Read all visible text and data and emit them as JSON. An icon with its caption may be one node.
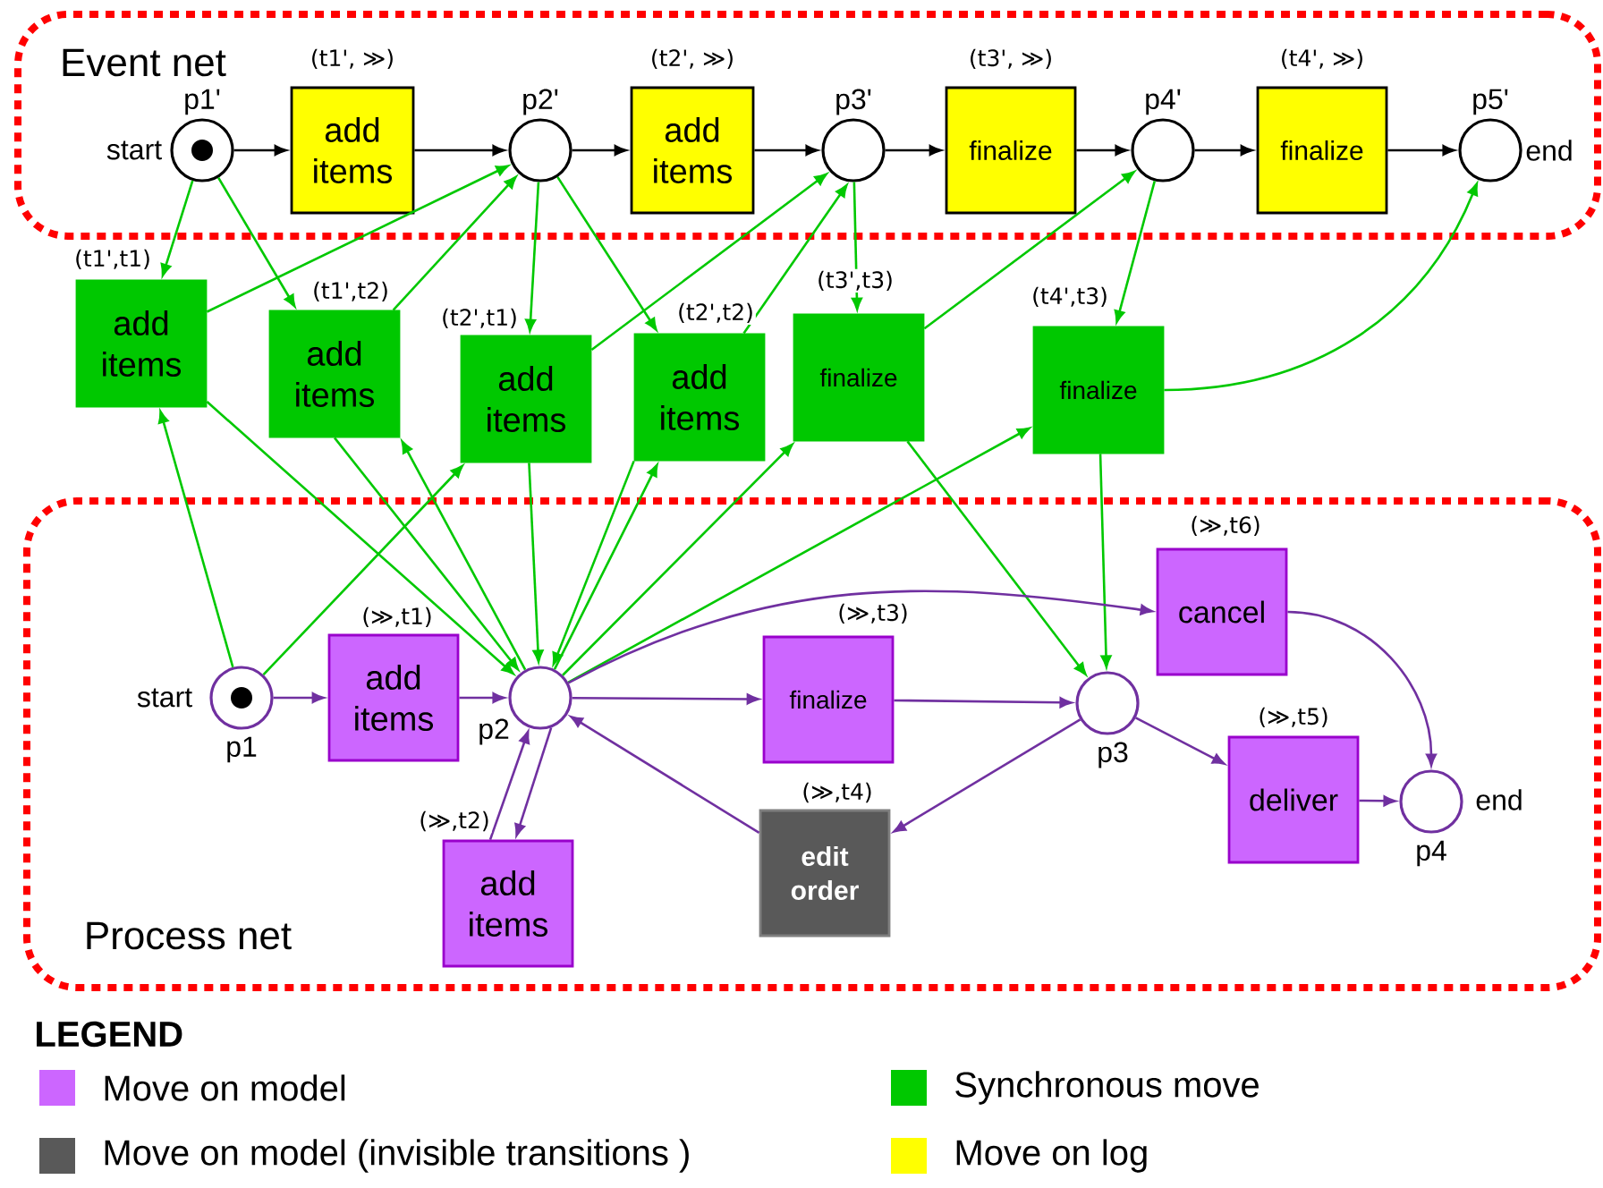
{
  "diagram": {
    "nodes": [
      {
        "text": [
          "Event net"
        ]
      },
      {
        "text": [],
        "shape": "circle",
        "beside": [
          "p1'",
          "start"
        ],
        "in": 0
      },
      {
        "text": [
          "add items"
        ],
        "beside": [
          "(t1', ≫)"
        ],
        "in": 0
      },
      {
        "text": [],
        "shape": "circle",
        "beside": [
          "p2'"
        ],
        "in": 0
      },
      {
        "text": [
          "add items"
        ],
        "beside": [
          "(t2', ≫)"
        ],
        "in": 0
      },
      {
        "text": [],
        "shape": "circle",
        "beside": [
          "p3'"
        ],
        "in": 0
      },
      {
        "text": [
          "finalize"
        ],
        "beside": [
          "(t3', ≫)"
        ],
        "in": 0
      },
      {
        "text": [],
        "shape": "circle",
        "beside": [
          "p4'"
        ],
        "in": 0
      },
      {
        "text": [
          "finalize"
        ],
        "beside": [
          "(t4', ≫)"
        ],
        "in": 0
      },
      {
        "text": [],
        "shape": "circle",
        "beside": [
          "p5'",
          "end"
        ],
        "in": 0
      },
      {
        "text": [
          "add items"
        ],
        "beside": [
          "(t1',t1)"
        ]
      },
      {
        "text": [
          "add items"
        ],
        "beside": [
          "(t1',t2)"
        ]
      },
      {
        "text": [
          "add items"
        ],
        "beside": [
          "(t2',t1)"
        ]
      },
      {
        "text": [
          "add items"
        ],
        "beside": [
          "(t2',t2)"
        ]
      },
      {
        "text": [
          "finalize"
        ],
        "beside": [
          "(t3',t3)"
        ]
      },
      {
        "text": [
          "finalize"
        ],
        "beside": [
          "(t4',t3)"
        ]
      },
      {
        "text": [
          "Process net"
        ]
      },
      {
        "text": [],
        "shape": "circle",
        "beside": [
          "start",
          "p1"
        ],
        "in": 16
      },
      {
        "text": [
          "add items"
        ],
        "beside": [
          "(≫,t1)"
        ],
        "in": 16
      },
      {
        "text": [],
        "shape": "circle",
        "beside": [
          "p2"
        ],
        "in": 16
      },
      {
        "text": [
          "add items"
        ],
        "beside": [
          "(≫,t2)"
        ],
        "in": 16
      },
      {
        "text": [
          "finalize"
        ],
        "beside": [
          "(≫,t3)"
        ],
        "in": 16
      },
      {
        "text": [
          "edit order"
        ],
        "beside": [
          "(≫,t4)"
        ],
        "in": 16
      },
      {
        "text": [],
        "shape": "circle",
        "beside": [
          "p3"
        ],
        "in": 16
      },
      {
        "text": [
          "cancel"
        ],
        "beside": [
          "(≫,t6)"
        ],
        "in": 16
      },
      {
        "text": [
          "deliver"
        ],
        "beside": [
          "(≫,t5)"
        ],
        "in": 16
      },
      {
        "text": [],
        "shape": "circle",
        "beside": [
          "end",
          "p4"
        ],
        "in": 16
      }
    ],
    "edges": [
      {
        "from": 1,
        "to": 2,
        "arrow": "to",
        "color": "#000000"
      },
      {
        "from": 2,
        "to": 3,
        "arrow": "to",
        "color": "#000000"
      },
      {
        "from": 3,
        "to": 4,
        "arrow": "to",
        "color": "#000000"
      },
      {
        "from": 4,
        "to": 5,
        "arrow": "to",
        "color": "#000000"
      },
      {
        "from": 5,
        "to": 6,
        "arrow": "to",
        "color": "#000000"
      },
      {
        "from": 6,
        "to": 7,
        "arrow": "to",
        "color": "#000000"
      },
      {
        "from": 7,
        "to": 8,
        "arrow": "to",
        "color": "#000000"
      },
      {
        "from": 8,
        "to": 9,
        "arrow": "to",
        "color": "#000000"
      },
      {
        "from": 1,
        "to": 10,
        "arrow": "to"
      },
      {
        "from": 1,
        "to": 11,
        "arrow": "to"
      },
      {
        "from": 10,
        "to": 3,
        "arrow": "to"
      },
      {
        "from": 11,
        "to": 3,
        "arrow": "to"
      },
      {
        "from": 3,
        "to": 12,
        "arrow": "to"
      },
      {
        "from": 3,
        "to": 13,
        "arrow": "to"
      },
      {
        "from": 12,
        "to": 5,
        "arrow": "to"
      },
      {
        "from": 13,
        "to": 5,
        "arrow": "to"
      },
      {
        "from": 5,
        "to": 14,
        "arrow": "to"
      },
      {
        "from": 14,
        "to": 7,
        "arrow": "to"
      },
      {
        "from": 7,
        "to": 15,
        "arrow": "to"
      },
      {
        "from": 15,
        "to": 9,
        "arrow": "to"
      },
      {
        "from": 17,
        "to": 10,
        "arrow": "to"
      },
      {
        "from": 10,
        "to": 19,
        "arrow": "to"
      },
      {
        "from": 19,
        "to": 11,
        "arrow": "to"
      },
      {
        "from": 11,
        "to": 19,
        "arrow": "to"
      },
      {
        "from": 17,
        "to": 12,
        "arrow": "to"
      },
      {
        "from": 12,
        "to": 19,
        "arrow": "to"
      },
      {
        "from": 19,
        "to": 13,
        "arrow": "to"
      },
      {
        "from": 13,
        "to": 19,
        "arrow": "to"
      },
      {
        "from": 19,
        "to": 14,
        "arrow": "to"
      },
      {
        "from": 14,
        "to": 23,
        "arrow": "to"
      },
      {
        "from": 19,
        "to": 15,
        "arrow": "to"
      },
      {
        "from": 15,
        "to": 23,
        "arrow": "to"
      },
      {
        "from": 17,
        "to": 18,
        "arrow": "to",
        "color": "#7030a0"
      },
      {
        "from": 18,
        "to": 19,
        "arrow": "to",
        "color": "#7030a0"
      },
      {
        "from": 19,
        "to": 21,
        "arrow": "to",
        "color": "#7030a0"
      },
      {
        "from": 21,
        "to": 23,
        "arrow": "to",
        "color": "#7030a0"
      },
      {
        "from": 19,
        "to": 24,
        "arrow": "to",
        "color": "#7030a0"
      },
      {
        "from": 24,
        "to": 26,
        "arrow": "to",
        "color": "#7030a0"
      },
      {
        "from": 23,
        "to": 25,
        "arrow": "to",
        "color": "#7030a0"
      },
      {
        "from": 25,
        "to": 26,
        "arrow": "to",
        "color": "#7030a0"
      },
      {
        "from": 23,
        "to": 22,
        "arrow": "to",
        "color": "#7030a0"
      },
      {
        "from": 22,
        "to": 19,
        "arrow": "to",
        "color": "#7030a0"
      },
      {
        "from": 19,
        "to": 20,
        "arrow": "to",
        "color": "#7030a0"
      },
      {
        "from": 20,
        "to": 19,
        "arrow": "to",
        "color": "#7030a0"
      }
    ],
    "labels": [
      "LEGEND"
    ],
    "legend": [
      {
        "text": "Move on model",
        "color": "#cc66ff"
      },
      {
        "text": "Synchronous move",
        "color": "#00c800"
      },
      {
        "text": "Move on model (invisible transitions )",
        "color": "#595959"
      },
      {
        "text": "Move on log",
        "color": "#ffff00"
      }
    ]
  }
}
